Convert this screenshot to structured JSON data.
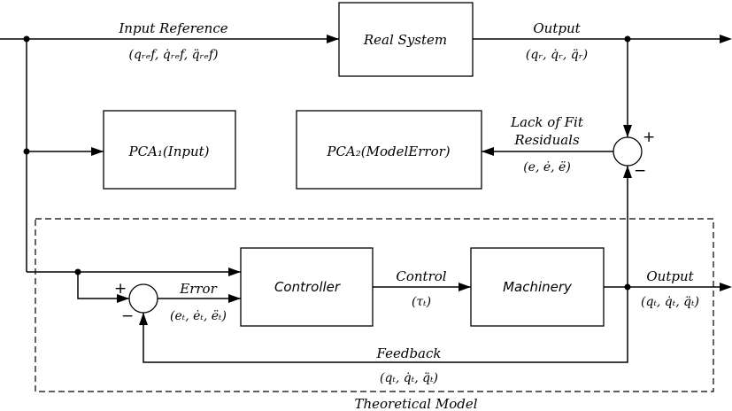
{
  "blocks": {
    "real_system": "Real System",
    "pca1": "PCA₁(Input)",
    "pca2": "PCA₂(ModelError)",
    "controller": "Controller",
    "machinery": "Machinery"
  },
  "labels": {
    "input_reference": "Input Reference",
    "input_reference_vars": "(qᵣₑf, q̇ᵣₑf, q̈ᵣₑf)",
    "output_real": "Output",
    "output_real_vars": "(qᵣ, q̇ᵣ, q̈ᵣ)",
    "lack_of_fit": "Lack of Fit",
    "residuals": "Residuals",
    "residual_vars": "(e, ė, ë)",
    "error": "Error",
    "error_vars": "(eₜ, ėₜ, ëₜ)",
    "control": "Control",
    "control_vars": "(τₜ)",
    "output_model": "Output",
    "output_model_vars": "(qₜ, q̇ₜ, q̈ₜ)",
    "feedback": "Feedback",
    "feedback_vars": "(qₜ, q̇ₜ, q̈ₜ)",
    "theoretical_model": "Theoretical Model"
  },
  "signs": {
    "top_sum_plus": "+",
    "top_sum_minus": "−",
    "bottom_sum_plus": "+",
    "bottom_sum_minus": "−"
  }
}
